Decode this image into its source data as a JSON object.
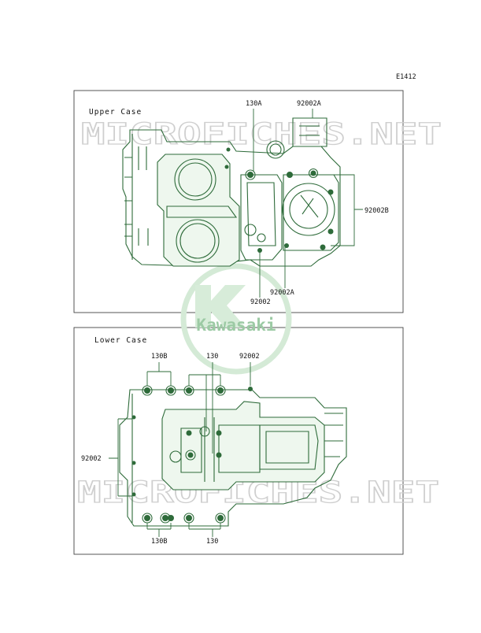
{
  "diagram_code": "E1412",
  "upper": {
    "title": "Upper Case",
    "labels": {
      "l130a": "130A",
      "l92002a_top": "92002A",
      "l92002b": "92002B",
      "l92002a_bot": "92002A",
      "l92002": "92002"
    }
  },
  "lower": {
    "title": "Lower Case",
    "labels": {
      "l130b_top": "130B",
      "l130_top": "130",
      "l92002_top": "92002",
      "l92002_left": "92002",
      "l130b_bot": "130B",
      "l130_bot": "130"
    }
  },
  "watermarks": {
    "site": "MICROFICHES.NET",
    "brand": "Kawasaki"
  },
  "colors": {
    "line": "#2e6b3a",
    "watermark": "#cfcfcf",
    "brand_green": "#2f8a3c"
  }
}
